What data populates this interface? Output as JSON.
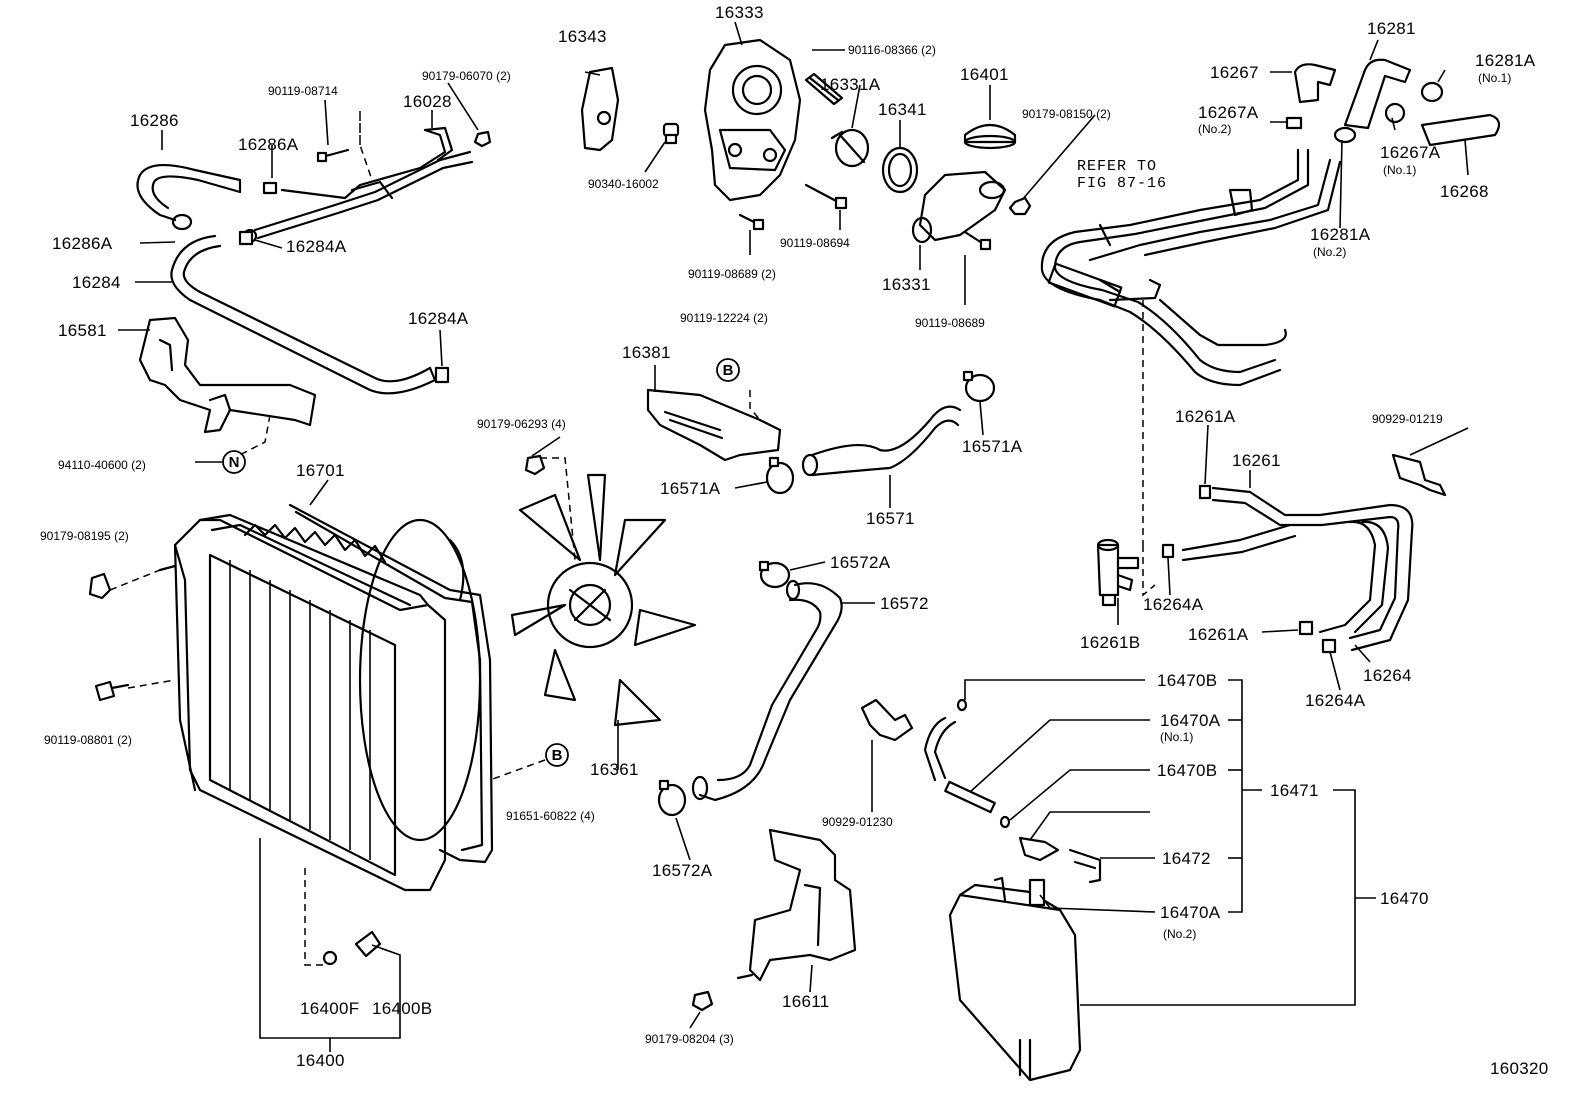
{
  "diagram_id": "160320",
  "labels": {
    "p16343": "16343",
    "p16333": "16333",
    "p90116_08366": "90116-08366 (2)",
    "p16281": "16281",
    "p16281A_1": "16281A",
    "no1_a": "(No.1)",
    "p90119_08714": "90119-08714",
    "p90179_06070": "90179-06070 (2)",
    "p16331A": "16331A",
    "p16401": "16401",
    "p16267": "16267",
    "p16028": "16028",
    "p16341": "16341",
    "p90179_08150": "90179-08150 (2)",
    "p16267A_1": "16267A",
    "no2_a": "(No.2)",
    "p16286": "16286",
    "p16267A_2": "16267A",
    "no1_b": "(No.1)",
    "p16268": "16268",
    "p16286A_1": "16286A",
    "p90340_16002": "90340-16002",
    "refer_line1": "REFER TO",
    "refer_line2": "FIG 87-16",
    "p16286A_2": "16286A",
    "p16284A_1": "16284A",
    "p90119_08694": "90119-08694",
    "p16281A_2": "16281A",
    "no2_b": "(No.2)",
    "p16284": "16284",
    "p90119_08689_2": "90119-08689 (2)",
    "p16331": "16331",
    "p16581": "16581",
    "p16284A_2": "16284A",
    "p90119_12224": "90119-12224 (2)",
    "p90119_08689": "90119-08689",
    "p16381": "16381",
    "callout_b1": "B",
    "p16261A_1": "16261A",
    "p90929_01219": "90929-01219",
    "p90179_06293": "90179-06293 (4)",
    "p16571A_1": "16571A",
    "p94110_40600": "94110-40600 (2)",
    "callout_n": "N",
    "p16261": "16261",
    "p16701": "16701",
    "p16571A_2": "16571A",
    "p16571": "16571",
    "p90179_08195": "90179-08195 (2)",
    "p16572A_1": "16572A",
    "p16572": "16572",
    "p16264A_1": "16264A",
    "p16261B": "16261B",
    "p16261A_2": "16261A",
    "p16264": "16264",
    "p16264A_2": "16264A",
    "p16470B_1": "16470B",
    "p90119_08801": "90119-08801 (2)",
    "p16470A_1": "16470A",
    "no1_c": "(No.1)",
    "callout_b2": "B",
    "p16361": "16361",
    "p16470B_2": "16470B",
    "p16471": "16471",
    "p91651_60822": "91651-60822 (4)",
    "p90929_01230": "90929-01230",
    "p16572A_2": "16572A",
    "p16472": "16472",
    "p16470": "16470",
    "p16470A_2": "16470A",
    "no2_c": "(No.2)",
    "p16611": "16611",
    "p16400F": "16400F",
    "p16400B": "16400B",
    "p90179_08204": "90179-08204 (3)",
    "p16400": "16400"
  }
}
